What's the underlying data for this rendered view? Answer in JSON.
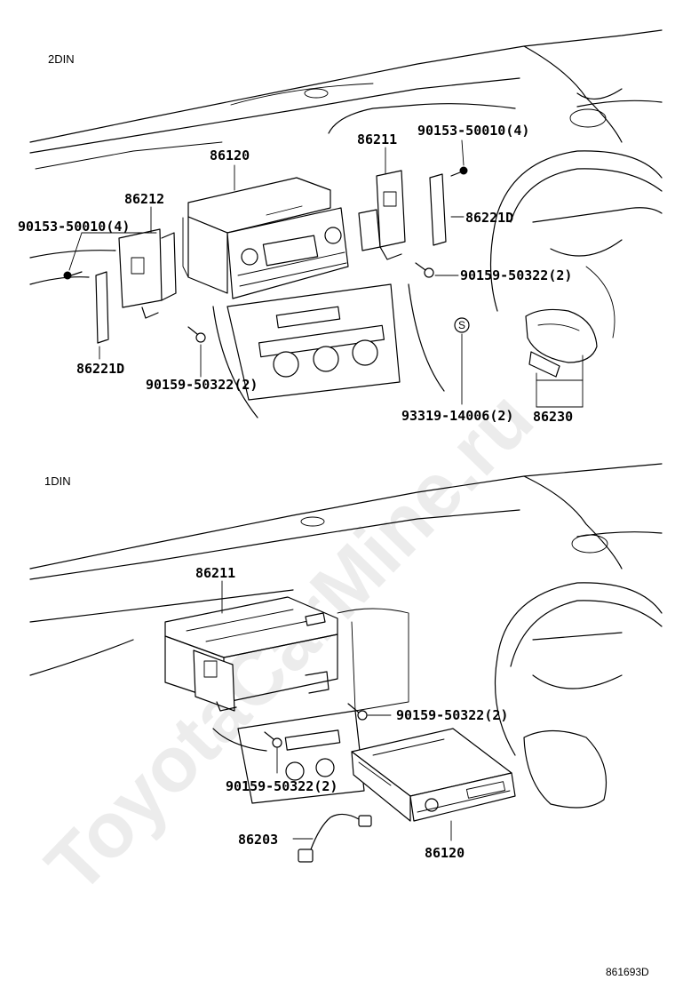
{
  "sections": {
    "top": "2DIN",
    "bottom": "1DIN"
  },
  "callouts": {
    "top": {
      "p86120": "86120",
      "p86211": "86211",
      "p86212": "86212",
      "screw_left": "90153-50010(4)",
      "screw_right": "90153-50010(4)",
      "p86221d_right": "86221D",
      "p86221d_left": "86221D",
      "bolt_right": "90159-50322(2)",
      "bolt_left": "90159-50322(2)",
      "p93319": "93319-14006(2)",
      "p86230": "86230",
      "s_mark": "S"
    },
    "bottom": {
      "p86211": "86211",
      "bolt_right": "90159-50322(2)",
      "bolt_left": "90159-50322(2)",
      "p86203": "86203",
      "p86120": "86120"
    }
  },
  "watermark": "ToyotaCarMine.ru",
  "diagram_code": "861693D"
}
